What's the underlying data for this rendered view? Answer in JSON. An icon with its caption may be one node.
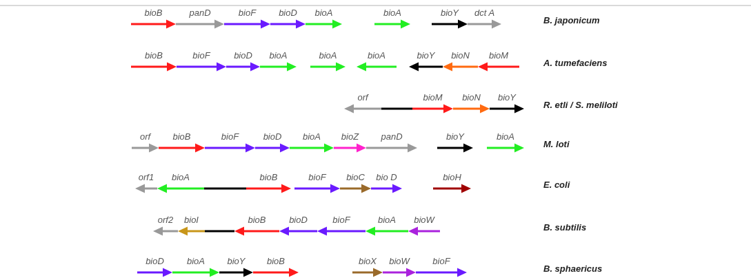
{
  "diagram": {
    "labels": [
      "bioB",
      "panD",
      "bioF",
      "bioD",
      "bioA",
      "bioA",
      "bioY",
      "dct A",
      "B. japonicum",
      "bioB",
      "bioF",
      "bioD",
      "bioA",
      "bioA",
      "bioA",
      "bioY",
      "bioN",
      "bioM",
      "A. tumefaciens",
      "orf",
      "bioM",
      "bioN",
      "bioY",
      "R. etli / S. meliloti",
      "orf",
      "bioB",
      "bioF",
      "bioD",
      "bioA",
      "bioZ",
      "panD",
      "bioY",
      "bioA",
      "M. loti",
      "orf1",
      "bioA",
      "bioB",
      "bioF",
      "bioC",
      "bio D",
      "bioH",
      "E. coli",
      "orf2",
      "bioI",
      "bioB",
      "bioD",
      "bioF",
      "bioA",
      "bioW",
      "B. subtilis",
      "bioD",
      "bioA",
      "bioY",
      "bioB",
      "bioX",
      "bioW",
      "bioF",
      "B. sphaericus"
    ]
  }
}
